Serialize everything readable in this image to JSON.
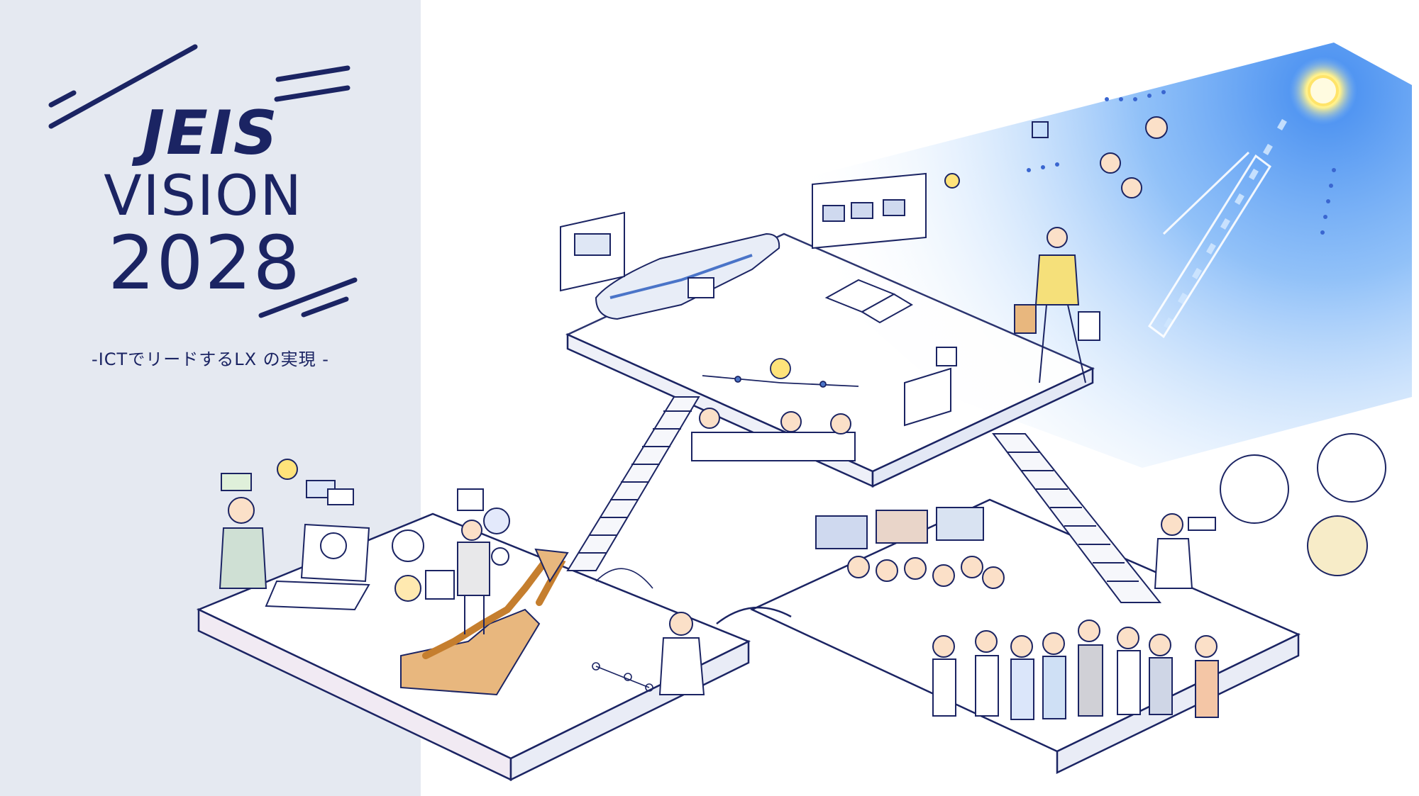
{
  "title": {
    "line1": "JEIS",
    "line2": "VISION",
    "line3": "2028"
  },
  "subtitle": "-ICTでリードするLX の実現 -",
  "colors": {
    "navy": "#1b2463",
    "panel": "#e5e9f1",
    "glow": "#3a8cf0",
    "wood": "#e8b77e"
  }
}
